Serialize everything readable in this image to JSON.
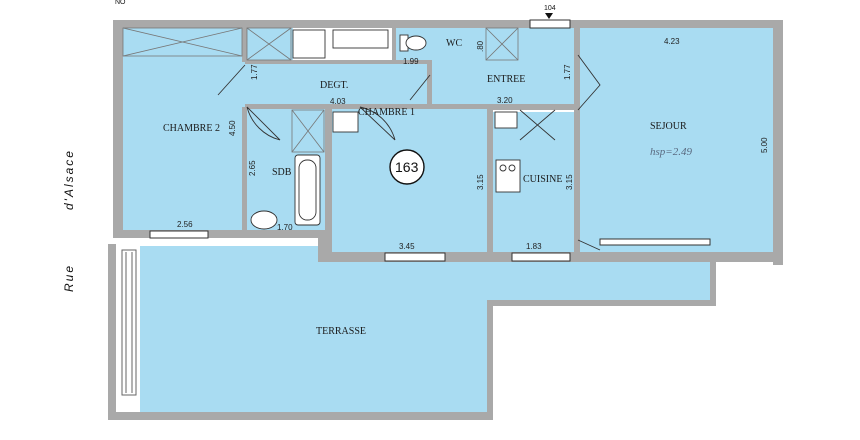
{
  "top_marker": "104",
  "corner_mark": "NO",
  "unit_number": "163",
  "height_note": "hsp=2.49",
  "street": {
    "line1": "Rue",
    "line2": "d'Alsace"
  },
  "rooms": {
    "chambre2": "CHAMBRE 2",
    "degt": "DEGT.",
    "entree": "ENTREE",
    "wc": "WC",
    "sejour": "SEJOUR",
    "chambre1": "CHAMBRE 1",
    "sdb": "SDB",
    "cuisine": "CUISINE",
    "terrasse": "TERRASSE"
  },
  "dimensions": {
    "d_4_23": "4.23",
    "d_1_77a": "1.77",
    "d_1_99": "1.99",
    "d_0_80": ".80",
    "d_1_77b": "1.77",
    "d_4_03": "4.03",
    "d_3_20": "3.20",
    "d_4_50": "4.50",
    "d_5_00": "5.00",
    "d_2_65": "2.65",
    "d_3_15a": "3.15",
    "d_3_15b": "3.15",
    "d_2_56": "2.56",
    "d_1_70": "1.70",
    "d_3_45": "3.45",
    "d_1_83": "1.83"
  },
  "colors": {
    "room_fill": "#a9dcf2",
    "wall": "#a9a9a9",
    "terrace_fill": "#a9dcf2"
  }
}
